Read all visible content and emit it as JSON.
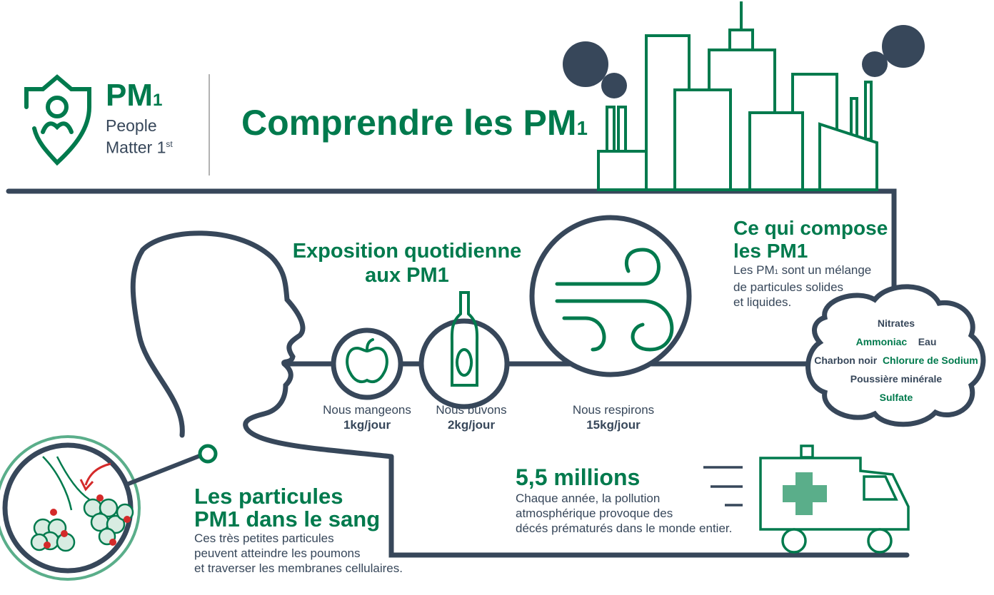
{
  "logo": {
    "brand": "PM",
    "brand_sub": "1",
    "line1": "People",
    "line2": "Matter 1",
    "line2_sup": "st"
  },
  "header": {
    "title": "Comprendre les PM",
    "title_sub": "1"
  },
  "exposure": {
    "title_line1": "Exposition quotidienne",
    "title_line2": "aux PM1",
    "items": [
      {
        "icon": "apple-icon",
        "label": "Nous mangeons",
        "value": "1kg/jour"
      },
      {
        "icon": "bottle-icon",
        "label": "Nous buvons",
        "value": "2kg/jour"
      },
      {
        "icon": "wind-icon",
        "label": "Nous respirons",
        "value": "15kg/jour"
      }
    ]
  },
  "composition": {
    "title_line1": "Ce qui compose",
    "title_line2": "les PM1",
    "desc_pre": "Les PM",
    "desc_sub": "1",
    "desc_line1": " sont un mélange",
    "desc_line2": "de particules solides",
    "desc_line3": "et liquides.",
    "components": [
      "Nitrates",
      "Ammoniac",
      "Eau",
      "Charbon noir",
      "Chlorure de Sodium",
      "Poussière minérale",
      "Sulfate"
    ]
  },
  "deaths": {
    "title": "5,5 millions",
    "line1": "Chaque année, la pollution",
    "line2": "atmosphérique provoque des",
    "line3": "décés prématurés dans le monde entier."
  },
  "blood": {
    "title_line1": "Les particules",
    "title_line2": "PM1 dans le sang",
    "line1": "Ces très petites particules",
    "line2": "peuvent atteindre les poumons",
    "line3": "et traverser les membranes cellulaires."
  },
  "colors": {
    "green": "#007a4d",
    "dark": "#37475a",
    "light_green": "#5aae8a",
    "red": "#d42a2a"
  }
}
